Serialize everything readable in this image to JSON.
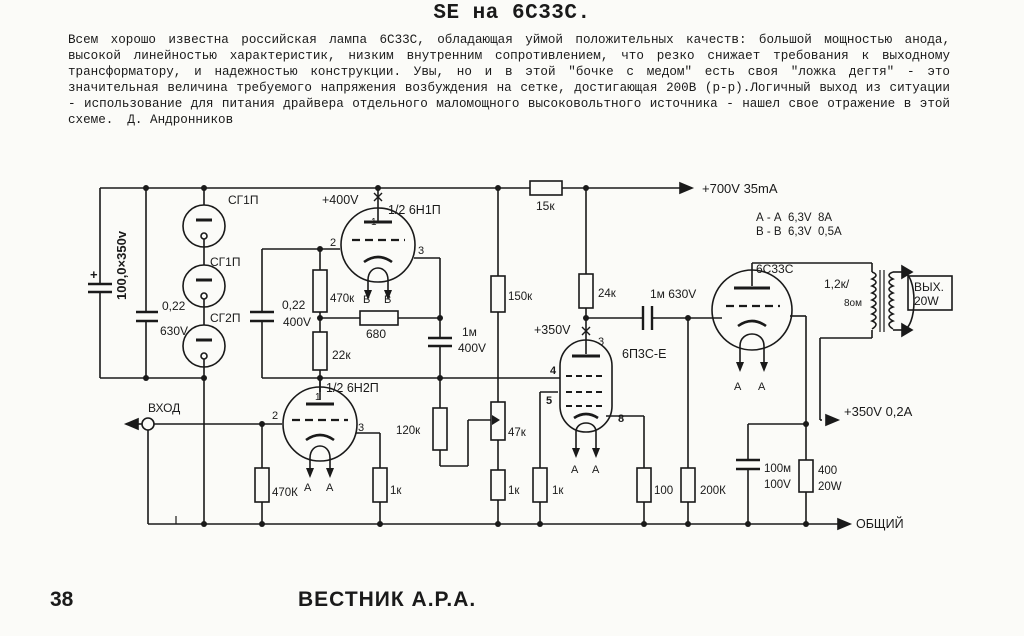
{
  "article": {
    "title": "SE на 6С33С.",
    "intro": "Всем хорошо известна российская лампа 6С33С, обладающая уймой положительных качеств: большой мощностью анода, высокой линейностью характеристик, низким внутренним сопротивлением, что резко снижает требования к выходному трансформатору, и надежностью конструкции. Увы, но и в этой \"бочке с медом\" есть своя \"ложка дегтя\" - это значительная величина требуемого напряжения возбуждения на сетке, достигающая 200В (р-р).Логичный выход из ситуации - использование для питания драйвера отдельного маломощного высоковольтного источника - нашел свое отражение в этой схеме.",
    "author": "Д. Андронников"
  },
  "schematic": {
    "cap_supply": "100,0×350v",
    "cap_supply_plus": "+",
    "sg_top": "СГ1П",
    "sg_mid": "СГ1П",
    "sg_bot": "СГ2П",
    "cap_022_left_val": "0,22",
    "cap_022_left_v": "630V",
    "v1_plate_supply": "+400V",
    "v1_label": "1/2 6Н1П",
    "v1_pin_anode": "1",
    "v1_pin_grid": "2",
    "v1_pin_cathode": "3",
    "r_470k_top": "470к",
    "heater_b1": "В",
    "heater_b2": "В",
    "cap_022_mid_val": "0,22",
    "cap_022_mid_v": "400V",
    "r_680": "680",
    "r_22k": "22к",
    "v2_label": "1/2 6Н2П",
    "v2_pin_anode": "1",
    "v2_pin_grid": "2",
    "v2_pin_cathode": "3",
    "heater_a1": "А",
    "heater_a2": "А",
    "input_label": "ВХОД",
    "r_470k_bot": "470К",
    "r_1k_v2": "1к",
    "cap_1m_400_val": "1м",
    "cap_1m_400_v": "400V",
    "r_120k": "120к",
    "r_15k": "15к",
    "rail_700": "+700V 35mA",
    "r_150k": "150к",
    "r_47k": "47к",
    "r_1k_pot": "1к",
    "r_24k": "24к",
    "cap_1m_630": "1м 630V",
    "v3_supply": "+350V",
    "v3_label": "6П3С-Е",
    "v3_pin_anode": "3",
    "v3_pin_g1": "5",
    "v3_pin_g2": "4",
    "v3_pin_cathode": "8",
    "heater_a3": "А",
    "heater_a4": "А",
    "r_1k_v3": "1к",
    "r_100": "100",
    "r_200k": "200К",
    "heater_line1": "А - А  6,3V  8А",
    "heater_line2": "В - В  6,3V  0,5А",
    "v4_label": "6С33С",
    "heater_a5": "А",
    "heater_a6": "А",
    "transformer_ratio": "1,2к/",
    "transformer_ohms": "8ом",
    "output_label_1": "ВЫХ.",
    "output_label_2": "20W",
    "rail_350": "+350V 0,2А",
    "cap_100m_val": "100м",
    "cap_100m_v": "100V",
    "r_400_val": "400",
    "r_400_w": "20W",
    "ground_label": "ОБЩИЙ"
  },
  "footer": {
    "page_number": "38",
    "magazine": "ВЕСТНИК А.Р.А."
  }
}
